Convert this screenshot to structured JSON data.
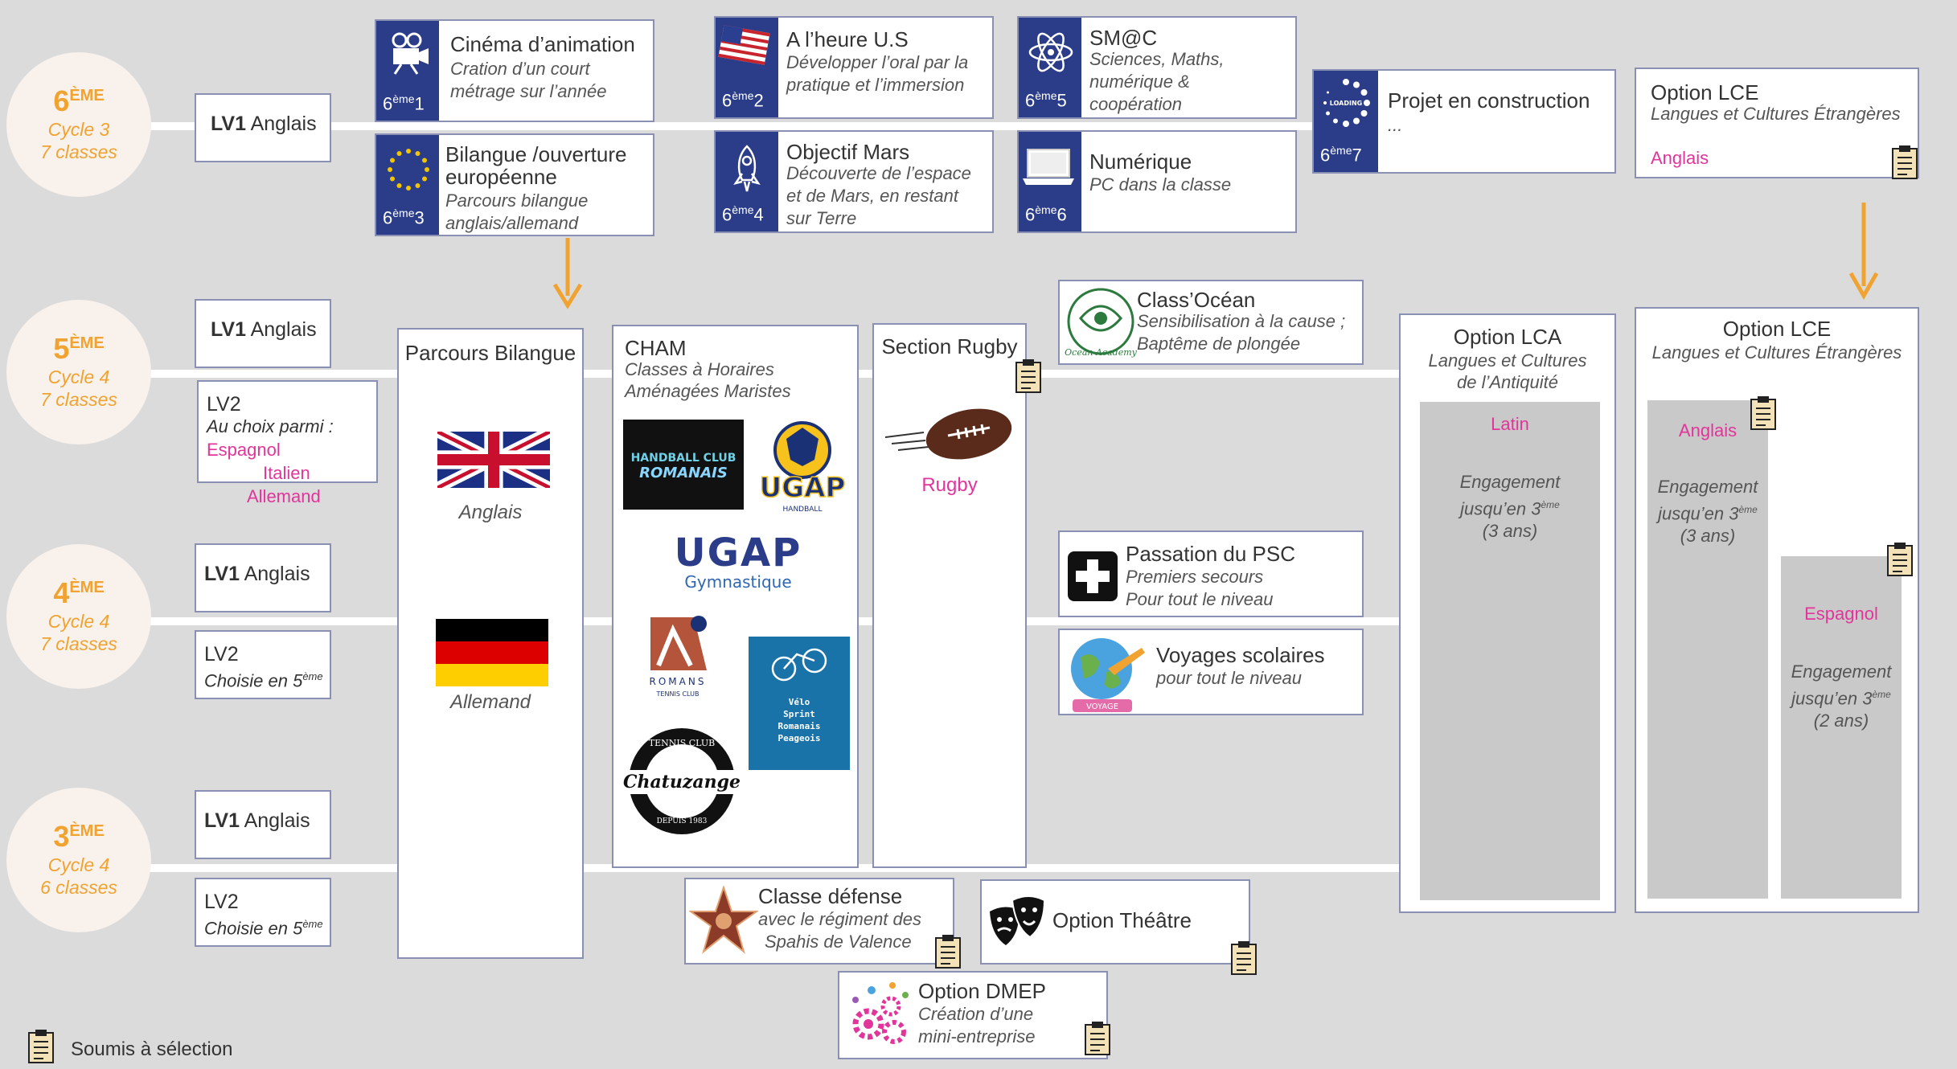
{
  "levels": [
    {
      "label": "6",
      "sup": "ÈME",
      "cycle": "Cycle 3",
      "classes": "7 classes",
      "lv1": "Anglais"
    },
    {
      "label": "5",
      "sup": "ÈME",
      "cycle": "Cycle 4",
      "classes": "7 classes",
      "lv1": "Anglais",
      "lv2": {
        "title": "LV2",
        "desc": "Au choix parmi :",
        "choices": [
          "Espagnol",
          "Italien",
          "Allemand"
        ]
      }
    },
    {
      "label": "4",
      "sup": "ÈME",
      "cycle": "Cycle 4",
      "classes": "7 classes",
      "lv1": "Anglais",
      "lv2": {
        "title": "LV2",
        "desc": "Choisie en 5",
        "desc_sup": "ème"
      }
    },
    {
      "label": "3",
      "sup": "ÈME",
      "cycle": "Cycle 4",
      "classes": "6 classes",
      "lv1": "Anglais",
      "lv2": {
        "title": "LV2",
        "desc": "Choisie en 5",
        "desc_sup": "ème"
      }
    }
  ],
  "lv1_prefix": "LV1",
  "sixieme_tiles": [
    {
      "num": "6",
      "sup": "ème",
      "idx": "1",
      "title": "Cinéma d’animation",
      "desc": [
        "Cration d’un court",
        "métrage sur l’année"
      ],
      "icon": "camera-icon"
    },
    {
      "num": "6",
      "sup": "ème",
      "idx": "2",
      "title": "A l’heure U.S",
      "desc": [
        "Développer l’oral par la",
        "pratique et l’immersion"
      ],
      "icon": "us-flag-icon"
    },
    {
      "num": "6",
      "sup": "ème",
      "idx": "5",
      "title": "SM@C",
      "desc": [
        "Sciences, Maths,",
        "numérique &",
        "coopération"
      ],
      "icon": "atom-icon"
    },
    {
      "num": "6",
      "sup": "ème",
      "idx": "7",
      "title": "Projet en construction",
      "desc": [
        "..."
      ],
      "icon": "loading-icon",
      "icon_text": "LOADING"
    },
    {
      "num": "6",
      "sup": "ème",
      "idx": "3",
      "title": "Bilangue /ouverture",
      "title2": "européenne",
      "desc": [
        "Parcours bilangue",
        "anglais/allemand"
      ],
      "icon": "eu-flag-icon"
    },
    {
      "num": "6",
      "sup": "ème",
      "idx": "4",
      "title": "Objectif Mars",
      "desc": [
        "Découverte de l’espace",
        "et de Mars, en restant",
        "sur Terre"
      ],
      "icon": "rocket-icon"
    },
    {
      "num": "6",
      "sup": "ème",
      "idx": "6",
      "title": "Numérique",
      "desc": [
        "PC dans la classe"
      ],
      "icon": "laptop-icon"
    }
  ],
  "option_lce_6": {
    "title": "Option LCE",
    "desc": "Langues et Cultures Étrangères",
    "lang": "Anglais"
  },
  "parcours_bilangue": {
    "title": "Parcours Bilangue",
    "langs": [
      "Anglais",
      "Allemand"
    ]
  },
  "cham": {
    "title": "CHAM",
    "desc": [
      "Classes à Horaires",
      "Aménagées Maristes"
    ],
    "logos": {
      "handball_1": "HANDBALL CLUB",
      "handball_2": "ROMANAIS",
      "ugap": "UGAP",
      "ugap_small": "HANDBALL",
      "gym_1": "UGAP",
      "gym_2": "Gymnastique",
      "tennis_romans": "ROMANS",
      "tennis_romans_2": "TENNIS CLUB",
      "velo": [
        "Vélo",
        "Sprint",
        "Romanais",
        "Peageois"
      ],
      "chatu_top": "TENNIS CLUB",
      "chatu": "Chatuzange",
      "chatu_bottom": "DEPUIS 1983"
    }
  },
  "rugby": {
    "title": "Section Rugby",
    "label": "Rugby"
  },
  "class_ocean": {
    "title": "Class’Océan",
    "desc": [
      "Sensibilisation à la cause ;",
      "Baptême de plongée"
    ],
    "logo_text": "Ocean Academy"
  },
  "psc": {
    "title": "Passation du PSC",
    "desc": [
      "Premiers secours",
      "Pour tout le niveau"
    ]
  },
  "voyages": {
    "title": "Voyages scolaires",
    "desc": [
      "pour tout le niveau"
    ],
    "logo_text": "VOYAGE"
  },
  "option_lca": {
    "title": "Option LCA",
    "desc": [
      "Langues et Cultures",
      "de l’Antiquité"
    ],
    "lang": "Latin",
    "engagement": [
      "Engagement",
      "jusqu’en 3",
      "(3 ans)"
    ],
    "sup": "ème"
  },
  "option_lce": {
    "title": "Option LCE",
    "desc": "Langues et Cultures Étrangères",
    "col1": {
      "lang": "Anglais",
      "engagement": [
        "Engagement",
        "jusqu’en 3",
        "(3 ans)"
      ]
    },
    "col2": {
      "lang": "Espagnol",
      "engagement": [
        "Engagement",
        "jusqu’en 3",
        "(2 ans)"
      ]
    },
    "sup": "ème"
  },
  "defense": {
    "title": "Classe défense",
    "desc": [
      "avec le régiment des",
      "Spahis de Valence"
    ]
  },
  "theatre": {
    "title": "Option Théâtre"
  },
  "dmep": {
    "title": "Option DMEP",
    "desc": [
      "Création d’une",
      "mini-entreprise"
    ]
  },
  "legend": {
    "label": "Soumis à sélection"
  },
  "colors": {
    "accent": "#f0a330",
    "navy": "#2b3d89",
    "pink": "#e2359b",
    "border": "#8a90b4",
    "background": "#dcdbdc"
  }
}
